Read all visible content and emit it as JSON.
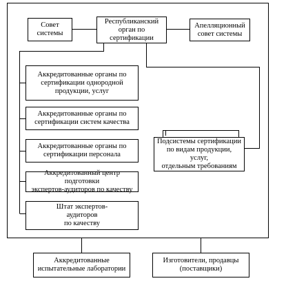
{
  "nodes": {
    "council": "Совет\nсистемы",
    "republic": "Республиканский\nорган по сертификации",
    "appeal": "Апелляционный\nсовет системы",
    "bodies_products": "Аккредитованные органы по\nсертификации однородной\nпродукции, услуг",
    "bodies_quality": "Аккредитованные органы по\nсертификации систем качества",
    "bodies_personnel": "Аккредитованные органы по\nсертификации персонала",
    "training_center": "Аккредитованный центр подготовки\nэкспертов-аудиторов по качеству",
    "experts_staff": "Штат экспертов-\nаудиторов\nпо качеству",
    "subsystems": "Подсистемы сертификации\nпо видам продукции,\nуслуг,\nотдельным требованиям",
    "labs": "Аккредитованные\nиспытательные лаборатории",
    "manufacturers": "Изготовители, продавцы\n(поставщики)"
  }
}
